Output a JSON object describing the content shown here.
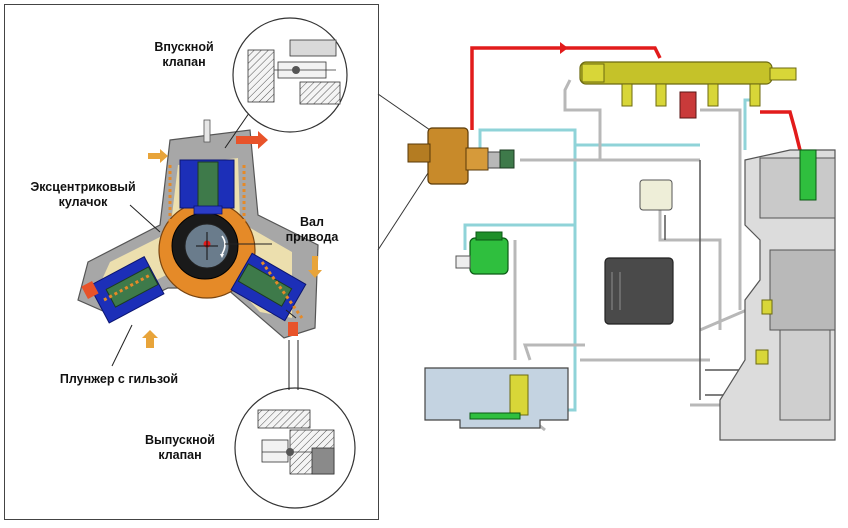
{
  "labels": {
    "inlet_valve": [
      "Впускной",
      "клапан"
    ],
    "eccentric_cam": [
      "Эксцентриковый",
      "кулачок"
    ],
    "drive_shaft": [
      "Вал",
      "привода"
    ],
    "plunger": "Плунжер с гильзой",
    "outlet_valve": [
      "Выпускной",
      "клапан"
    ]
  },
  "colors": {
    "pump_body": "#a7a7a7",
    "cam": "#e58a28",
    "piston_blue": "#1c2fb8",
    "plunger_green": "#3e7a4a",
    "high_pressure_line": "#e21b1b",
    "return_line": "#8fd3d8",
    "fuel_line_grey": "#b8b8b8",
    "rail_yellow": "#c5c229",
    "tank_blue": "#c4d3e1",
    "filter_green": "#2fbf3e"
  }
}
